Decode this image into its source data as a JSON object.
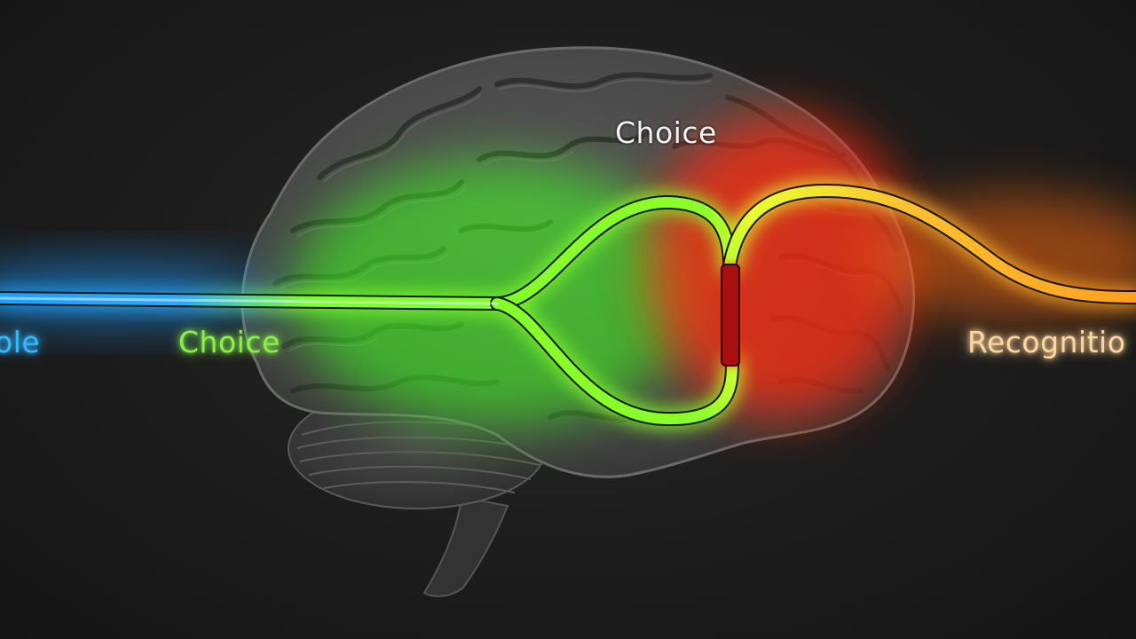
{
  "labels": {
    "left": "ole",
    "choice_left": "Choice",
    "choice_top": "Choice",
    "right": "Recognitio"
  },
  "colors": {
    "background": "#1a1a1a",
    "brain": "#4a4a4a",
    "blue_path": "#1ea8ff",
    "green_path": "#7dff2a",
    "red_glow": "#ff2a1a",
    "orange_path": "#ffb030",
    "label_left": "#38b6ff",
    "label_choice_left": "#8af04a",
    "label_choice_top": "#f2f2f2",
    "label_right": "#ffd6a0"
  }
}
